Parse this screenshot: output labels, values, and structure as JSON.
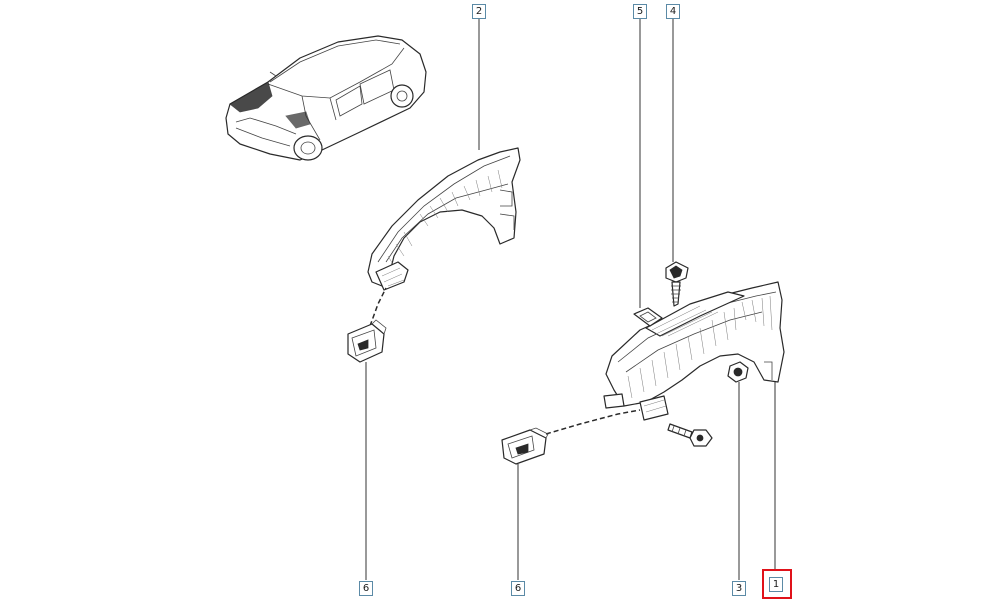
{
  "callouts": [
    {
      "id": "callout-2",
      "label": "2",
      "part": "fender-left"
    },
    {
      "id": "callout-5",
      "label": "5",
      "part": "clip-nut"
    },
    {
      "id": "callout-4",
      "label": "4",
      "part": "fender-bolt"
    },
    {
      "id": "callout-6a",
      "label": "6",
      "part": "bracket-left"
    },
    {
      "id": "callout-6b",
      "label": "6",
      "part": "bracket-right"
    },
    {
      "id": "callout-3",
      "label": "3",
      "part": "fender-nut"
    },
    {
      "id": "callout-1",
      "label": "1",
      "part": "fender-right"
    }
  ],
  "highlight": {
    "callout": "1",
    "color": "#e0121a"
  },
  "colors": {
    "callout_border": "#5b8aa6",
    "line": "#2a2a2a",
    "highlight": "#e0121a"
  }
}
